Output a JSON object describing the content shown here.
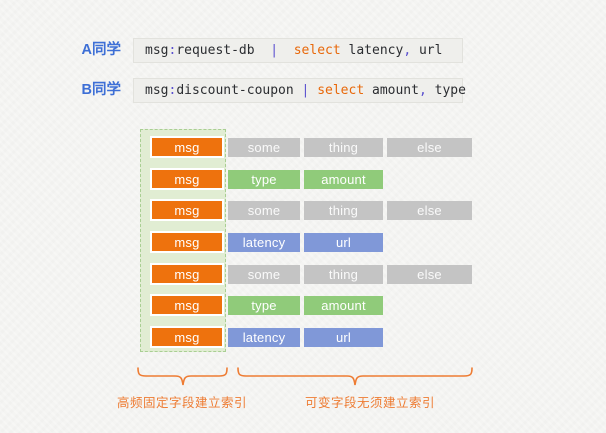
{
  "queries": {
    "a": {
      "label": "A同学",
      "field": "msg",
      "colon": ":",
      "term": "request-db",
      "pipe": "  |  ",
      "keyword": "select",
      "arg1": " latency",
      "comma": ",",
      "arg2": " url"
    },
    "b": {
      "label": "B同学",
      "field": "msg",
      "colon": ":",
      "term": "discount-coupon",
      "pipe": " | ",
      "keyword": "select",
      "arg1": " amount",
      "comma": ",",
      "arg2": " type"
    }
  },
  "diagram": {
    "indexed_column": "msg",
    "rows": [
      {
        "head": "msg",
        "cells": [
          {
            "text": "some",
            "color": "gray"
          },
          {
            "text": "thing",
            "color": "gray"
          },
          {
            "text": "else",
            "color": "gray"
          }
        ]
      },
      {
        "head": "msg",
        "cells": [
          {
            "text": "type",
            "color": "green"
          },
          {
            "text": "amount",
            "color": "green"
          }
        ]
      },
      {
        "head": "msg",
        "cells": [
          {
            "text": "some",
            "color": "gray"
          },
          {
            "text": "thing",
            "color": "gray"
          },
          {
            "text": "else",
            "color": "gray"
          }
        ]
      },
      {
        "head": "msg",
        "cells": [
          {
            "text": "latency",
            "color": "blue"
          },
          {
            "text": "url",
            "color": "blue"
          }
        ]
      },
      {
        "head": "msg",
        "cells": [
          {
            "text": "some",
            "color": "gray"
          },
          {
            "text": "thing",
            "color": "gray"
          },
          {
            "text": "else",
            "color": "gray"
          }
        ]
      },
      {
        "head": "msg",
        "cells": [
          {
            "text": "type",
            "color": "green"
          },
          {
            "text": "amount",
            "color": "green"
          }
        ]
      },
      {
        "head": "msg",
        "cells": [
          {
            "text": "latency",
            "color": "blue"
          },
          {
            "text": "url",
            "color": "blue"
          }
        ]
      }
    ]
  },
  "footer": {
    "left_label": "高频固定字段建立索引",
    "right_label": "可变字段无须建立索引"
  },
  "colors": {
    "background": "#f4f4f2",
    "msg_orange": "#ee720d",
    "gray_cell": "#c4c4c4",
    "green_cell": "#90cb7a",
    "blue_cell": "#8098d8",
    "band_fill": "#e1edd3",
    "band_border": "#a9cf93",
    "query_label_blue": "#3d6fd6",
    "code_keyword_orange": "#e8680a",
    "code_punct_purple": "#5a50cf",
    "brace_orange": "#ee7c33"
  }
}
